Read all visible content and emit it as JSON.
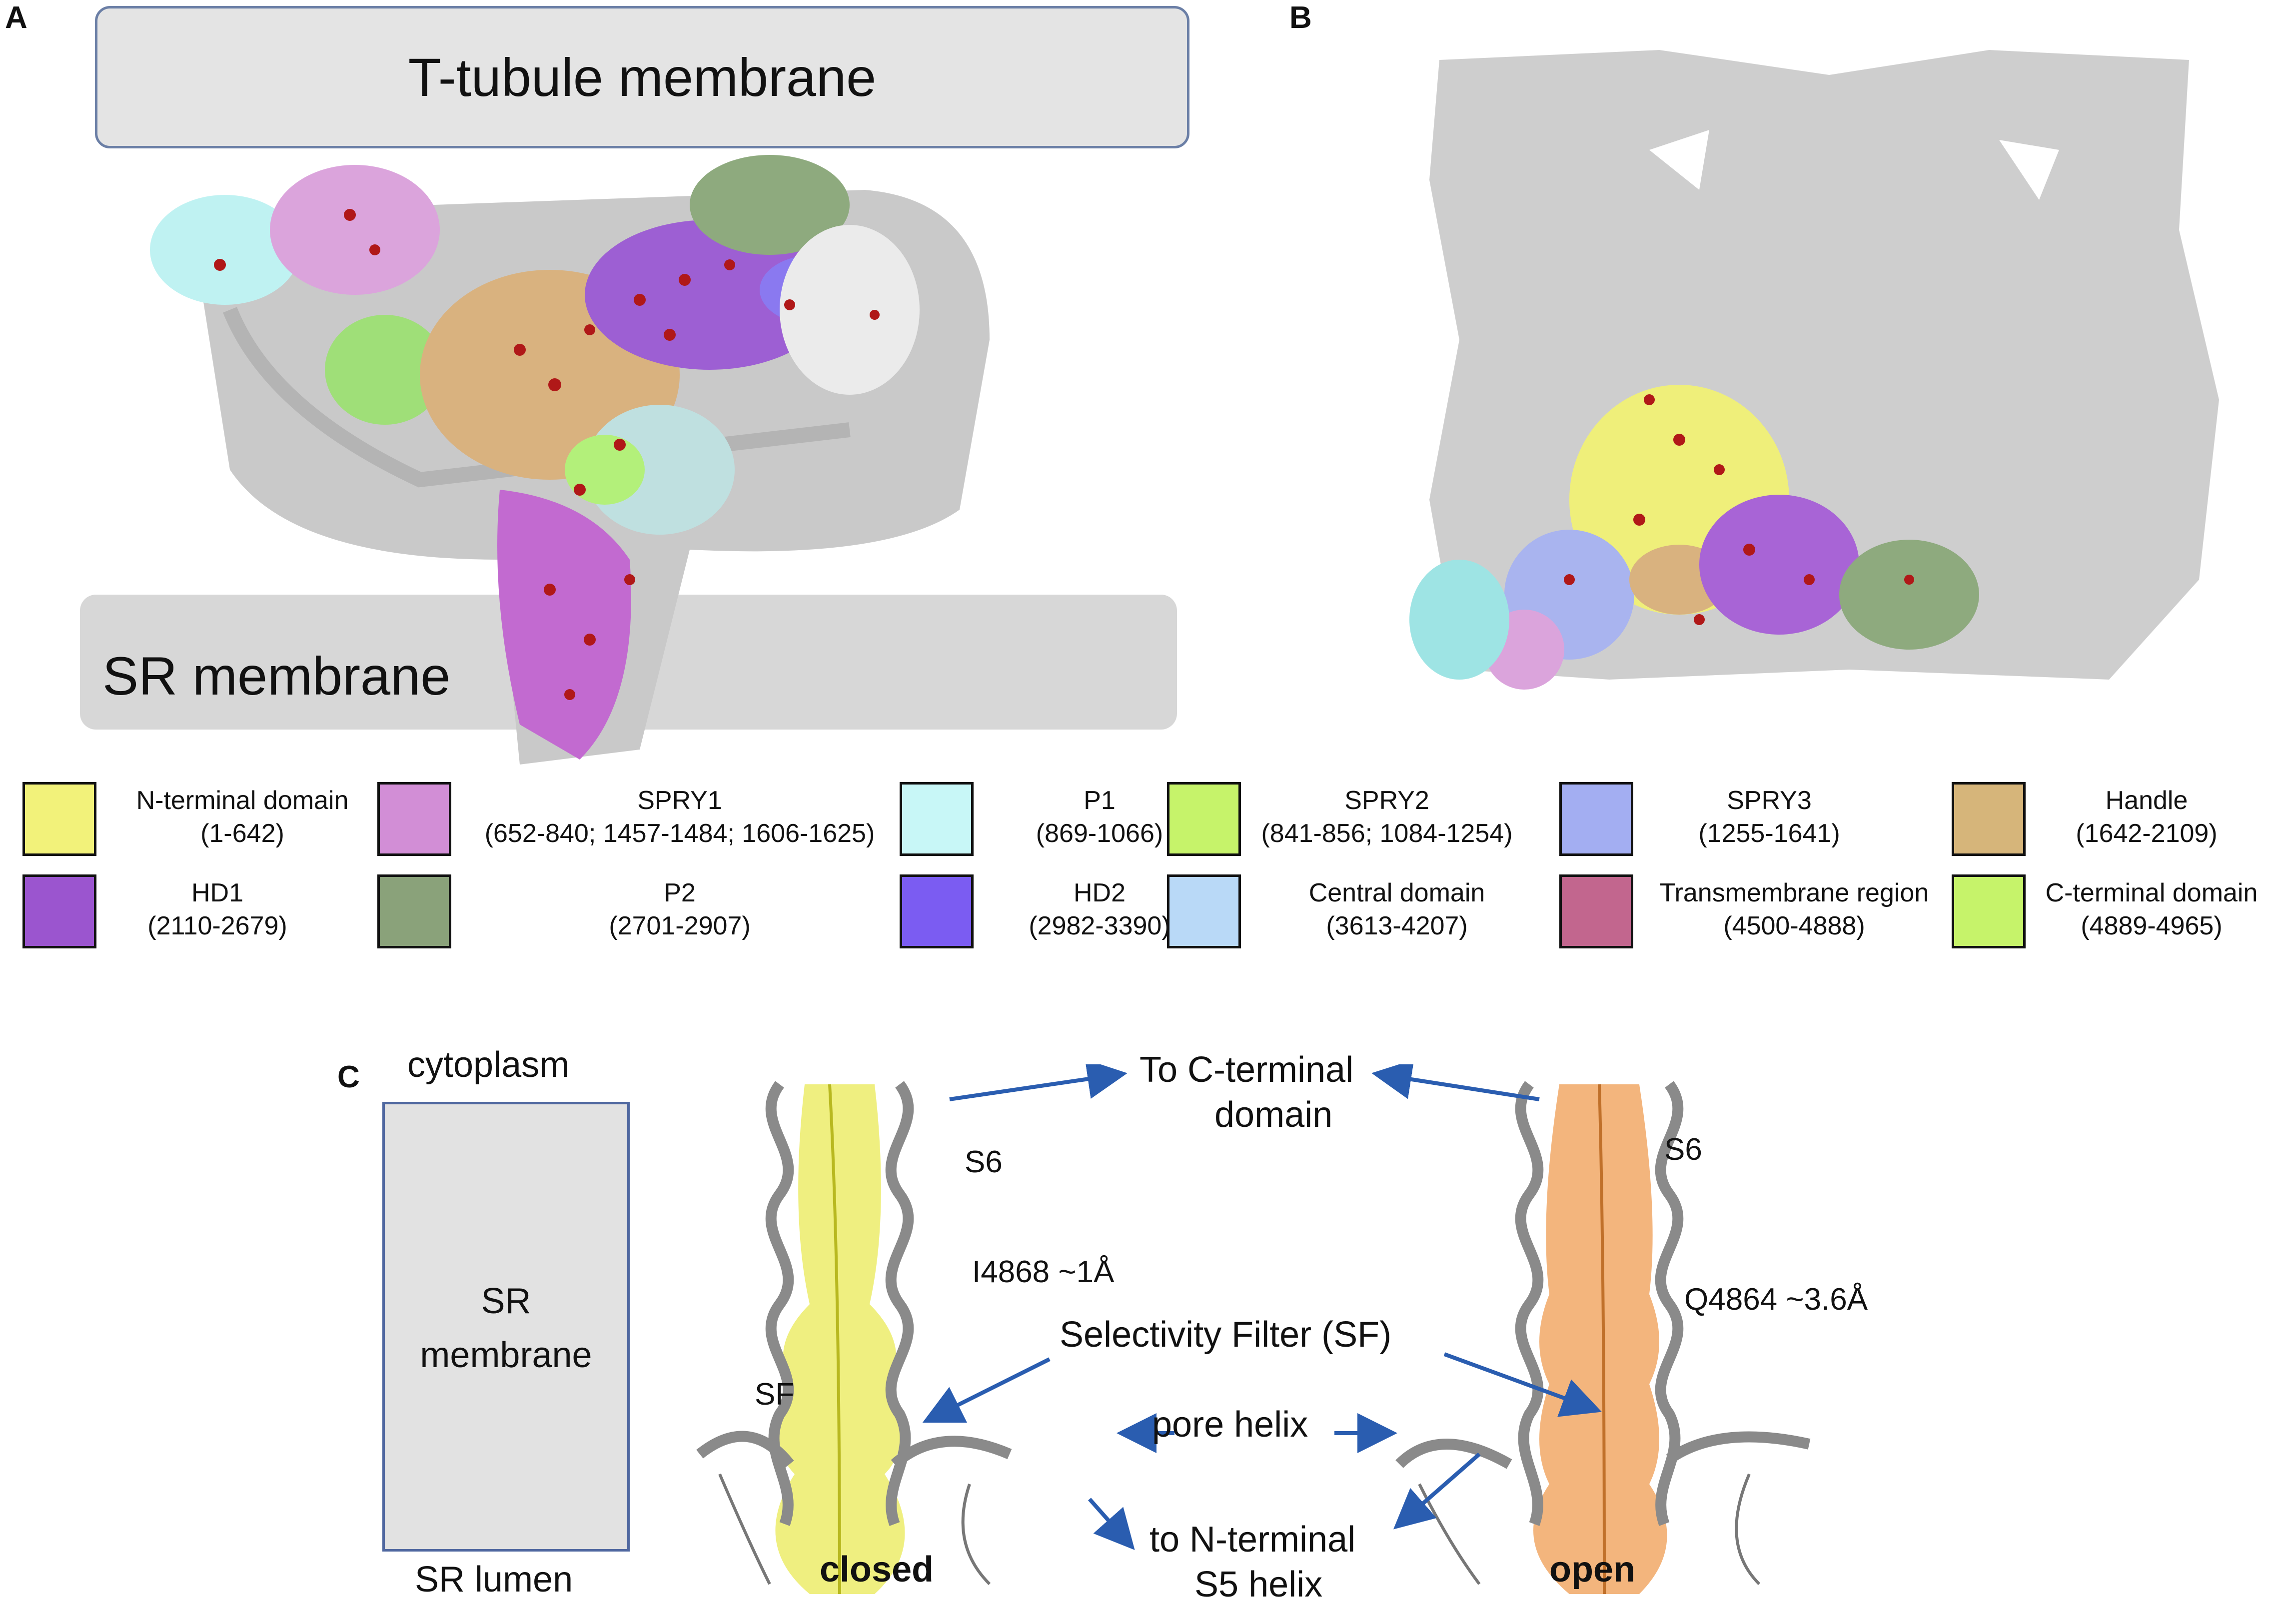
{
  "panels": {
    "a": "A",
    "b": "B",
    "c": "C"
  },
  "panel_a": {
    "top_membrane": "T-tubule membrane",
    "bottom_membrane": "SR membrane"
  },
  "legend": [
    {
      "name": "N-terminal domain",
      "range": "(1-642)",
      "color": "#f2f27a"
    },
    {
      "name": "SPRY1",
      "range": "(652-840; 1457-1484; 1606-1625)",
      "color": "#d28ed6"
    },
    {
      "name": "P1",
      "range": "(869-1066)",
      "color": "#c8f7f7"
    },
    {
      "name": "SPRY2",
      "range": "(841-856; 1084-1254)",
      "color": "#c6f36a"
    },
    {
      "name": "SPRY3",
      "range": "(1255-1641)",
      "color": "#a3aef2"
    },
    {
      "name": "Handle",
      "range": "(1642-2109)",
      "color": "#d6b57a"
    },
    {
      "name": "HD1",
      "range": "(2110-2679)",
      "color": "#9b55cf"
    },
    {
      "name": "P2",
      "range": "(2701-2907)",
      "color": "#8aa27a"
    },
    {
      "name": "HD2",
      "range": "(2982-3390)",
      "color": "#7b5cf2"
    },
    {
      "name": "Central domain",
      "range": "(3613-4207)",
      "color": "#b9d9f7"
    },
    {
      "name": "Transmembrane region",
      "range": "(4500-4888)",
      "color": "#c2668e"
    },
    {
      "name": "C-terminal domain",
      "range": "(4889-4965)",
      "color": "#c6f36a"
    }
  ],
  "panel_c": {
    "cytoplasm": "cytoplasm",
    "sr_membrane_line1": "SR",
    "sr_membrane_line2": "membrane",
    "sr_lumen": "SR lumen",
    "to_c_terminal_line1": "To C-terminal",
    "to_c_terminal_line2": "domain",
    "s6_left": "S6",
    "s6_right": "S6",
    "i4868": "I4868 ~1Å",
    "q4864": "Q4864 ~3.6Å",
    "selectivity_filter": "Selectivity Filter (SF)",
    "sf": "SF",
    "pore_helix": "pore helix",
    "to_n_terminal_line1": "to N-terminal",
    "to_n_terminal_line2": "S5 helix",
    "closed": "closed",
    "open": "open"
  },
  "colors": {
    "closed_pore": "#e6e64a",
    "open_pore": "#f0a260",
    "arrow": "#2a5db0",
    "helix": "#8a8a8a",
    "red_dots": "#b01818"
  }
}
